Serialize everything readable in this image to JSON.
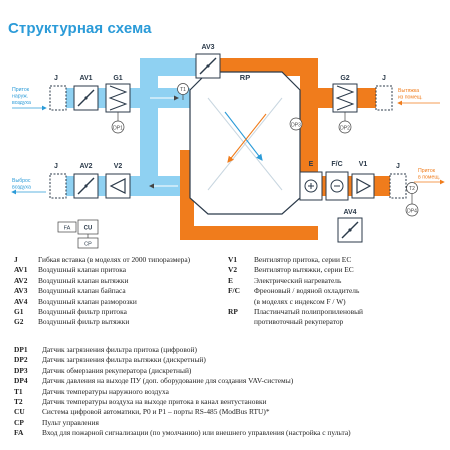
{
  "title": "Структурная схема",
  "colors": {
    "supply_cold": "#8fd1f2",
    "exhaust_warm": "#f07c1c",
    "accent": "#2b9bd8",
    "component_stroke": "#2b3a4a"
  },
  "diagram": {
    "labels": {
      "j_top_left": "J",
      "av1": "AV1",
      "g1": "G1",
      "av3": "AV3",
      "rp": "RP",
      "g2": "G2",
      "j_top_right": "J",
      "j_bottom_left": "J",
      "av2": "AV2",
      "v2": "V2",
      "e": "E",
      "fc": "F/C",
      "v1": "V1",
      "j_bottom_right": "J",
      "av4": "AV4",
      "fa": "FA",
      "cu": "CU",
      "cp": "CP"
    },
    "sensors": {
      "t1": "T1",
      "t2": "T2",
      "dp1": "DP1",
      "dp2": "DP2",
      "dp3": "DP3",
      "dp4": "DP4"
    },
    "flow_text": {
      "inlet_outside": "Приток\nнаруж.\nвоздуха",
      "exhaust_outside": "Выброс\nвоздуха",
      "exhaust_room": "Вытяжка\nиз помещ.",
      "supply_room": "Приток\nв помещ."
    }
  },
  "legend_left": [
    {
      "code": "J",
      "desc": "Гибкая вставка (в моделях от 2000 типоразмера)"
    },
    {
      "code": "AV1",
      "desc": "Воздушный клапан притока"
    },
    {
      "code": "AV2",
      "desc": "Воздушный клапан вытяжки"
    },
    {
      "code": "AV3",
      "desc": "Воздушный клапан байпаса"
    },
    {
      "code": "AV4",
      "desc": "Воздушный клапан разморозки"
    },
    {
      "code": "G1",
      "desc": "Воздушный фильтр притока"
    },
    {
      "code": "G2",
      "desc": "Воздушный фильтр вытяжки"
    }
  ],
  "legend_right": [
    {
      "code": "V1",
      "desc": "Вентилятор притока, серии EC"
    },
    {
      "code": "V2",
      "desc": "Вентилятор вытяжки, серии EC"
    },
    {
      "code": "E",
      "desc": "Электрический нагреватель"
    },
    {
      "code": "F/C",
      "desc": "Фреоновый / водяной охладитель"
    },
    {
      "code": "",
      "desc": "(в моделях с индексом F / W)"
    },
    {
      "code": "RP",
      "desc": "Пластинчатый полипропиленовый"
    },
    {
      "code": "",
      "desc": "противоточный рекуператор"
    }
  ],
  "legend_bottom": [
    {
      "code": "DP1",
      "desc": "Датчик загрязнения фильтра притока (цифровой)"
    },
    {
      "code": "DP2",
      "desc": "Датчик загрязнения фильтра вытяжки (дискретный)"
    },
    {
      "code": "DP3",
      "desc": "Датчик обмерзания рекуператора (дискретный)"
    },
    {
      "code": "DP4",
      "desc": "Датчик давления на выходе ПУ (доп. оборудование для создания VAV-системы)"
    },
    {
      "code": "T1",
      "desc": "Датчик температуры наружного воздуха"
    },
    {
      "code": "T2",
      "desc": "Датчик температуры воздуха на выходе притока в канал вентустановки"
    },
    {
      "code": "CU",
      "desc": "Система цифровой автоматики, P0 и P1 – порты RS-485 (ModBus RTU)*"
    },
    {
      "code": "CP",
      "desc": "Пульт управления"
    },
    {
      "code": "FA",
      "desc": "Вход для пожарной сигнализации (по умолчанию) или внешнего управления (настройка с пульта)"
    }
  ]
}
